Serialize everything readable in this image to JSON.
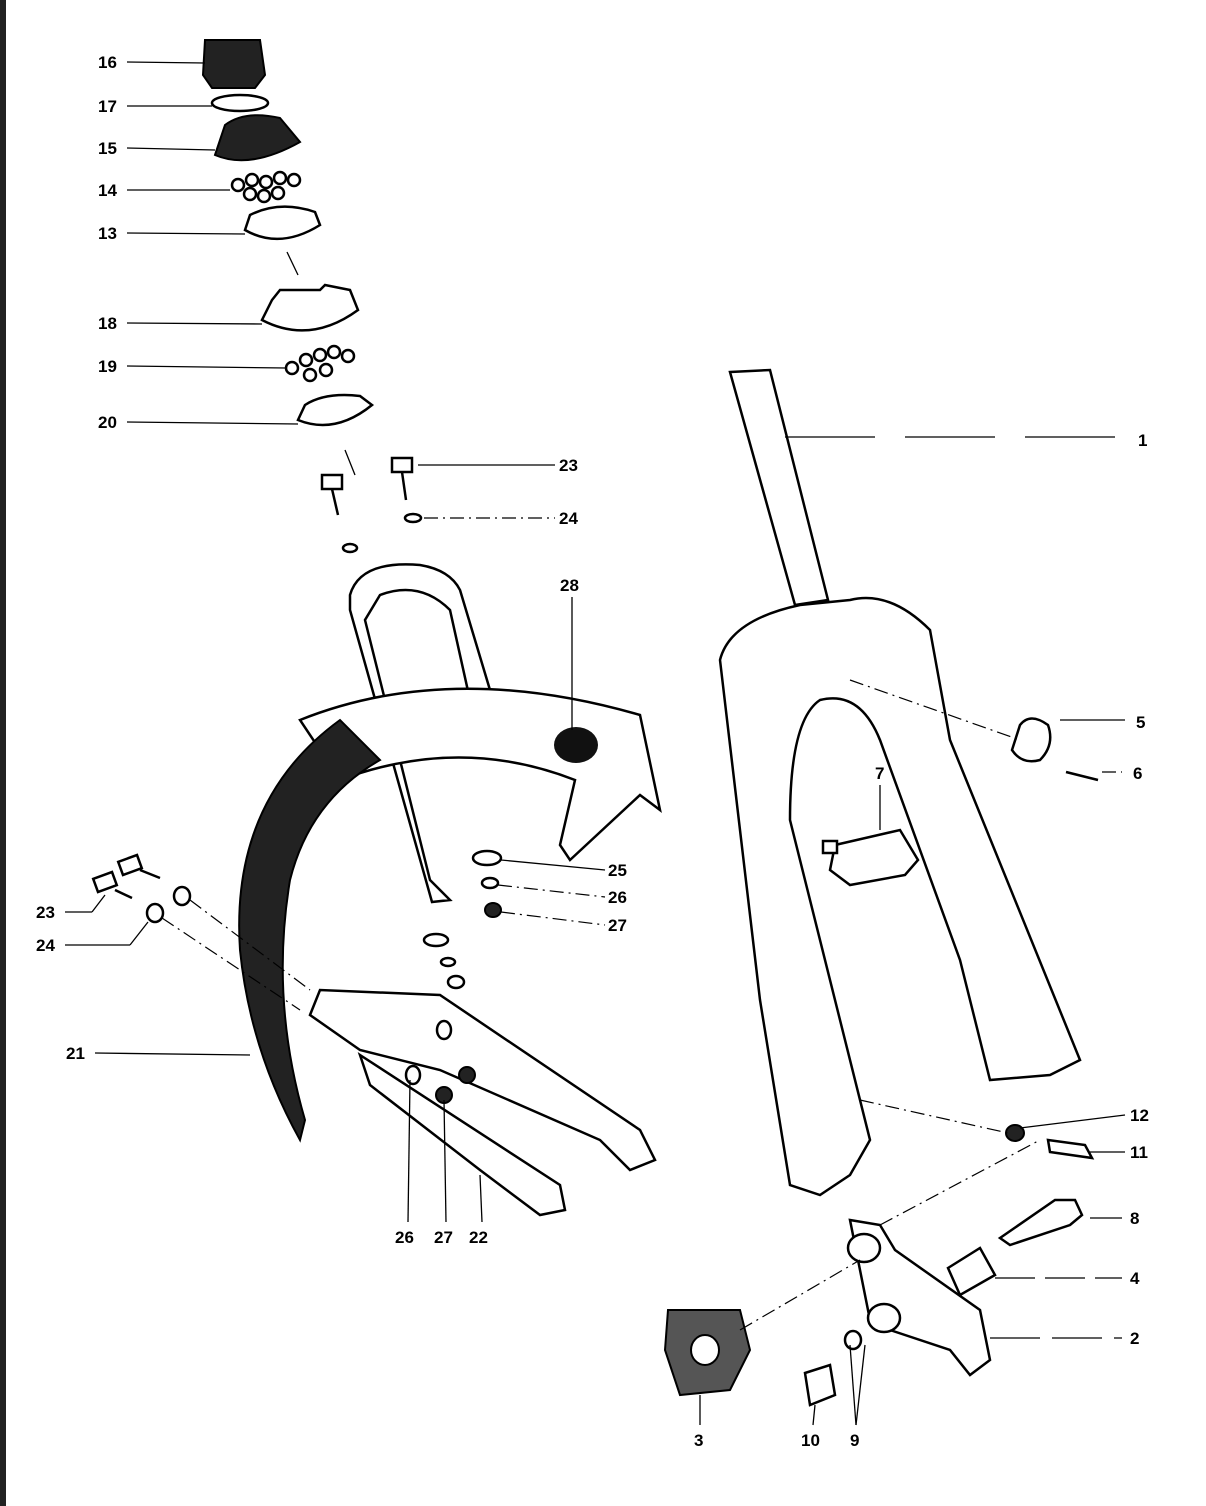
{
  "diagram": {
    "type": "exploded-parts-diagram",
    "labels": [
      "16",
      "17",
      "15",
      "14",
      "13",
      "18",
      "19",
      "20",
      "23",
      "24",
      "28",
      "1",
      "5",
      "6",
      "7",
      "25",
      "26",
      "27",
      "23",
      "24",
      "21",
      "12",
      "11",
      "8",
      "4",
      "2",
      "26",
      "27",
      "22",
      "3",
      "10",
      "9"
    ]
  }
}
